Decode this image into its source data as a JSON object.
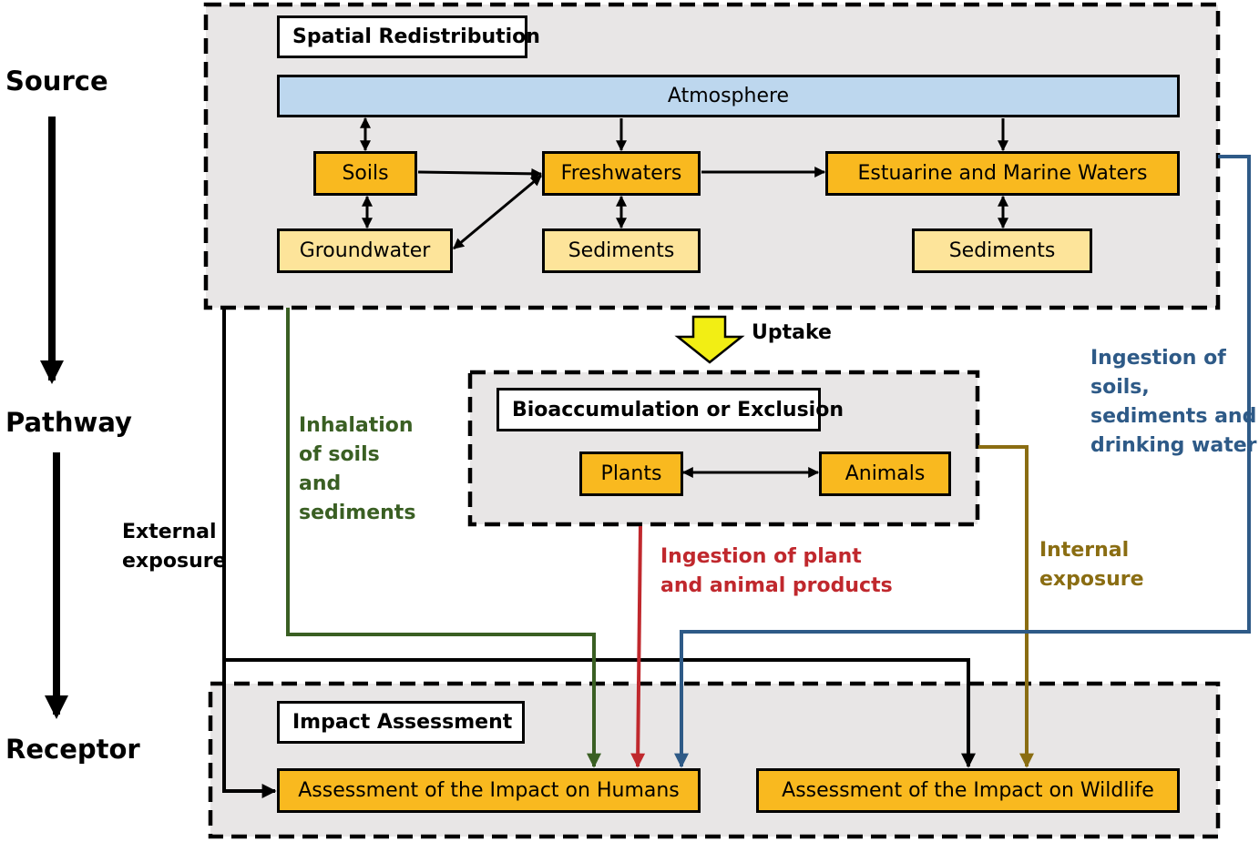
{
  "side_labels": {
    "source": "Source",
    "pathway": "Pathway",
    "receptor": "Receptor"
  },
  "spatial": {
    "title": "Spatial Redistribution",
    "atmosphere": "Atmosphere",
    "soils": "Soils",
    "freshwaters": "Freshwaters",
    "estuarine": "Estuarine and Marine Waters",
    "groundwater": "Groundwater",
    "sediments_fresh": "Sediments",
    "sediments_marine": "Sediments"
  },
  "uptake_label": "Uptake",
  "bio": {
    "title": "Bioaccumulation or Exclusion",
    "plants": "Plants",
    "animals": "Animals"
  },
  "impact": {
    "title": "Impact Assessment",
    "humans": "Assessment of the Impact on Humans",
    "wildlife": "Assessment of the Impact on Wildlife"
  },
  "pathways": {
    "inhalation": [
      "Inhalation",
      "of soils",
      "and",
      "sediments"
    ],
    "external": [
      "External",
      "exposure"
    ],
    "ingestion_products": [
      "Ingestion of plant",
      "and animal products"
    ],
    "internal": [
      "Internal",
      "exposure"
    ],
    "ingestion_water": [
      "Ingestion of",
      "soils,",
      "sediments and",
      "drinking water"
    ]
  },
  "colors": {
    "inhalation": "#3a5f23",
    "external": "#000000",
    "ingestion_products": "#c0282d",
    "internal": "#8a6d12",
    "ingestion_water": "#2e5a87",
    "box_orange": "#f9b91f",
    "box_light": "#fde49a",
    "atmosphere": "#bdd7ee",
    "panel": "#e8e6e6",
    "uptake_arrow": "#f2ee14"
  }
}
